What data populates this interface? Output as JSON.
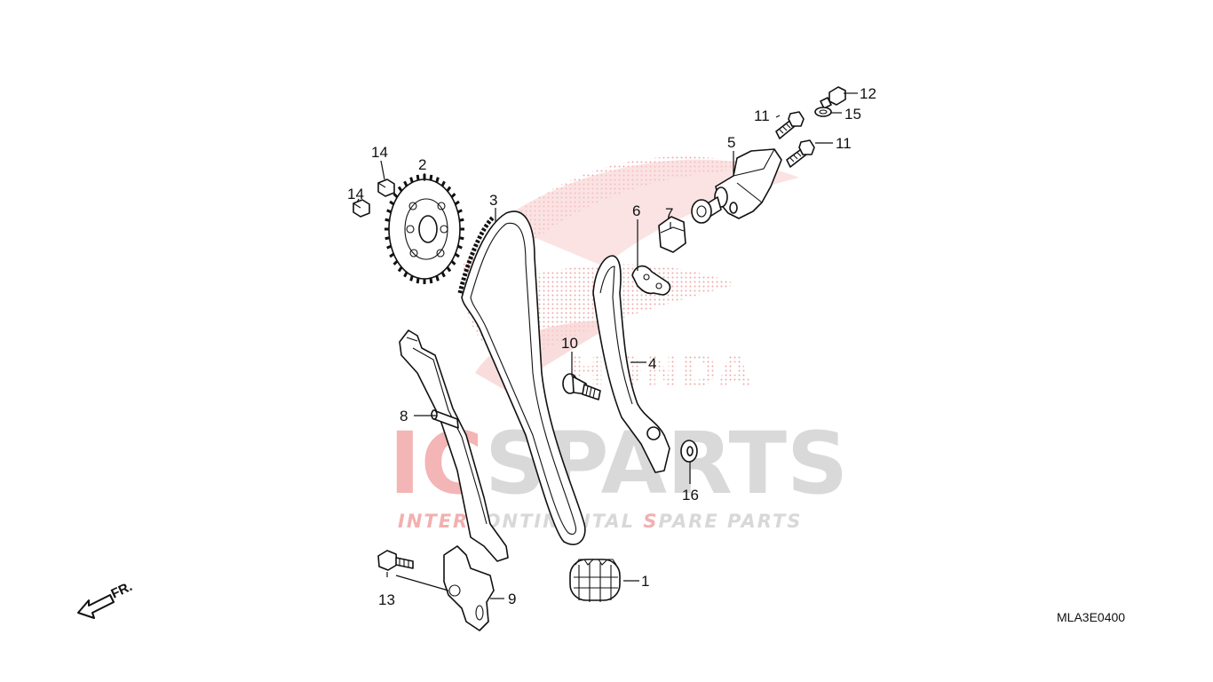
{
  "diagram_code": "MLA3E0400",
  "direction_label": "FR.",
  "watermark": {
    "title_red": "IC",
    "title_gray": "SPARTS",
    "subtitle_segments": [
      {
        "text": "INTER",
        "color": "#f2b0b0"
      },
      {
        "text": "CONTINENTAL ",
        "color": "#d8d8d8"
      },
      {
        "text": "S",
        "color": "#f2b0b0"
      },
      {
        "text": "PARE PARTS",
        "color": "#d8d8d8"
      }
    ],
    "logo_text": "HONDA",
    "colors": {
      "red": "#f3b5b5",
      "gray": "#d9d9d9",
      "logo_dots": "#f0a0a0"
    }
  },
  "callouts": [
    {
      "num": "1",
      "part": "drive-sprocket"
    },
    {
      "num": "2",
      "part": "cam-sprocket"
    },
    {
      "num": "3",
      "part": "cam-chain"
    },
    {
      "num": "4",
      "part": "tensioner-arm"
    },
    {
      "num": "5",
      "part": "tensioner-lifter"
    },
    {
      "num": "6",
      "part": "gasket"
    },
    {
      "num": "7",
      "part": "lifter-sealing-bolt"
    },
    {
      "num": "8",
      "part": "guide-pin"
    },
    {
      "num": "9",
      "part": "guide-plate"
    },
    {
      "num": "10",
      "part": "pivot-bolt"
    },
    {
      "num": "11",
      "part": "flange-bolt"
    },
    {
      "num": "11",
      "part": "flange-bolt"
    },
    {
      "num": "12",
      "part": "sealing-bolt"
    },
    {
      "num": "13",
      "part": "flange-bolt"
    },
    {
      "num": "14",
      "part": "sprocket-bolt"
    },
    {
      "num": "14",
      "part": "sprocket-bolt"
    },
    {
      "num": "15",
      "part": "sealing-washer"
    },
    {
      "num": "16",
      "part": "washer"
    }
  ]
}
